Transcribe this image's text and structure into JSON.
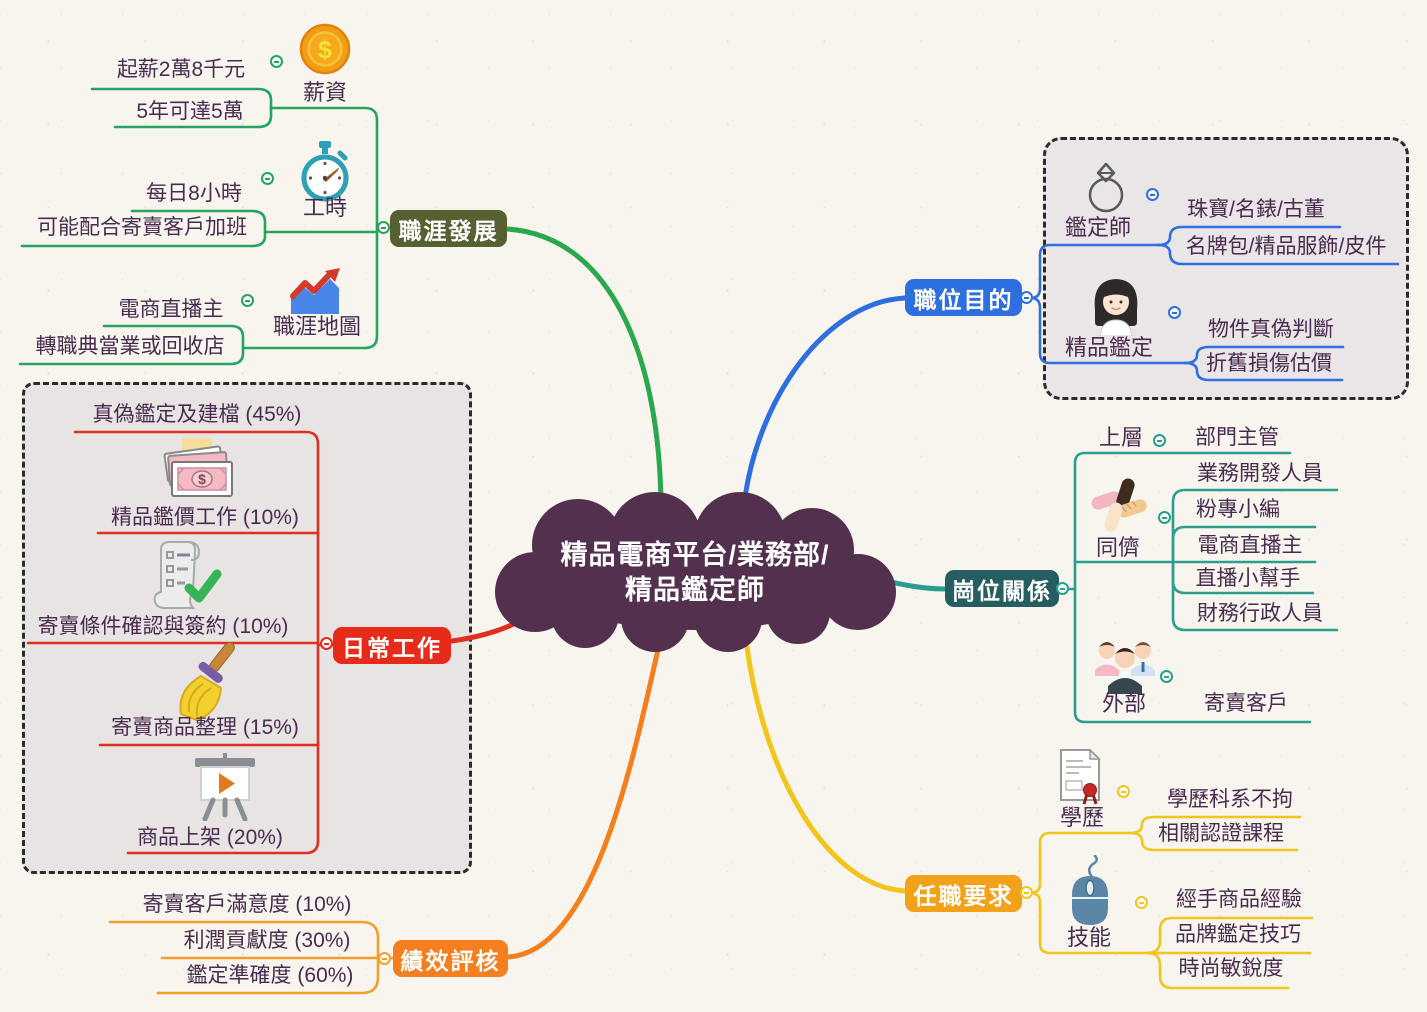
{
  "colors": {
    "green": "#2aa84e",
    "green-line": "#27a361",
    "blue": "#2e6fe0",
    "teal": "#2a9d8f",
    "teal-dark": "#255d61",
    "yellow": "#f2c51d",
    "yellow-label": "#f2a118",
    "orange": "#f59d2a",
    "orange-label": "#f57e1e",
    "red": "#e62b1a",
    "red-line": "#df2f22",
    "olive": "#566030",
    "cloud": "#52304e",
    "topic-text": "#4a2b50"
  },
  "center": {
    "line1": "精品電商平台/業務部/",
    "line2": "精品鑑定師"
  },
  "career": {
    "label": "職涯發展",
    "salary": {
      "label": "薪資",
      "item1": "起薪2萬8千元",
      "item2": "5年可達5萬"
    },
    "hours": {
      "label": "工時",
      "item1": "每日8小時",
      "item2": "可能配合寄賣客戶加班"
    },
    "map": {
      "label": "職涯地圖",
      "item1": "電商直播主",
      "item2": "轉職典當業或回收店"
    }
  },
  "purpose": {
    "label": "職位目的",
    "appraiser": {
      "label": "鑑定師",
      "item1": "珠寶/名錶/古董",
      "item2": "名牌包/精品服飾/皮件"
    },
    "authenticate": {
      "label": "精品鑑定",
      "item1": "物件真偽判斷",
      "item2": "折舊損傷估價"
    }
  },
  "relations": {
    "label": "崗位關係",
    "upper": {
      "label": "上層",
      "item1": "部門主管"
    },
    "peers": {
      "label": "同儕",
      "item1": "業務開發人員",
      "item2": "粉專小編",
      "item3": "電商直播主",
      "item4": "直播小幫手",
      "item5": "財務行政人員"
    },
    "external": {
      "label": "外部",
      "item1": "寄賣客戶"
    }
  },
  "requirements": {
    "label": "任職要求",
    "education": {
      "label": "學歷",
      "item1": "學歷科系不拘",
      "item2": "相關認證課程"
    },
    "skills": {
      "label": "技能",
      "item1": "經手商品經驗",
      "item2": "品牌鑑定技巧",
      "item3": "時尚敏銳度"
    }
  },
  "performance": {
    "label": "績效評核",
    "item1": "寄賣客戶滿意度 (10%)",
    "item2": "利潤貢獻度 (30%)",
    "item3": "鑑定準確度 (60%)"
  },
  "daily": {
    "label": "日常工作",
    "item1": "真偽鑑定及建檔 (45%)",
    "item2": "精品鑑價工作 (10%)",
    "item3": "寄賣條件確認與簽約 (10%)",
    "item4": "寄賣商品整理 (15%)",
    "item5": "商品上架 (20%)"
  }
}
